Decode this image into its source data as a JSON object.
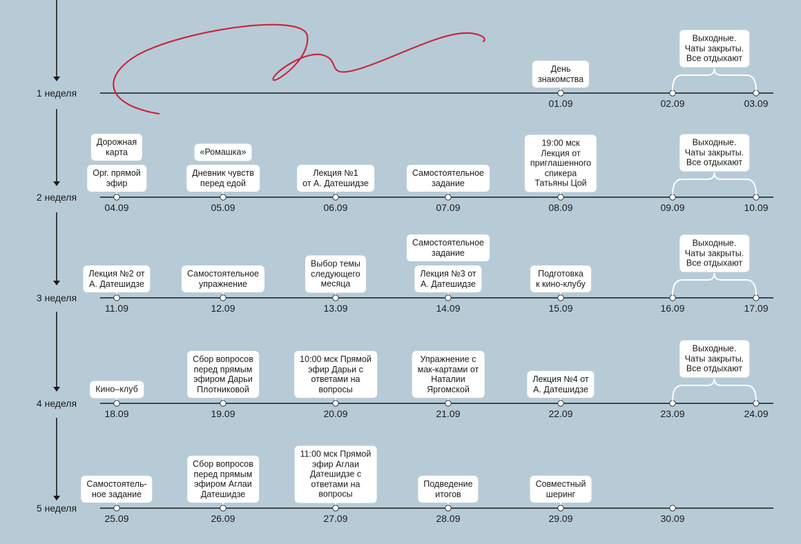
{
  "colors": {
    "background": "#b7cbd7",
    "line": "#1a1a1a",
    "card": "#ffffff",
    "scribble": "#c62a3f"
  },
  "weeks": [
    {
      "label": "1 неделя",
      "days": [
        {
          "date": "01.09",
          "items": [
            [
              "День",
              "знакомства"
            ]
          ]
        },
        {
          "date": "02.09",
          "items": []
        },
        {
          "date": "03.09",
          "items": []
        }
      ],
      "weekend": [
        "Выходные.",
        "Чаты закрыты.",
        "Все отдыхают"
      ]
    },
    {
      "label": "2 неделя",
      "days": [
        {
          "date": "04.09",
          "items": [
            [
              "Орг. прямой",
              "эфир"
            ],
            [
              "Дорожная",
              "карта"
            ]
          ]
        },
        {
          "date": "05.09",
          "items": [
            [
              "Дневник чувств",
              "перед едой"
            ],
            [
              "«Ромашка»"
            ]
          ]
        },
        {
          "date": "06.09",
          "items": [
            [
              "Лекция №1",
              "от А. Датешидзе"
            ]
          ]
        },
        {
          "date": "07.09",
          "items": [
            [
              "Самостоятельное",
              "задание"
            ]
          ]
        },
        {
          "date": "08.09",
          "items": [
            [
              "19:00 мск",
              "Лекция от",
              "приглашенного",
              "спикера",
              "Татьяны Цой"
            ]
          ]
        },
        {
          "date": "09.09",
          "items": []
        },
        {
          "date": "10.09",
          "items": []
        }
      ],
      "weekend": [
        "Выходные.",
        "Чаты закрыты.",
        "Все отдыхают"
      ]
    },
    {
      "label": "3 неделя",
      "days": [
        {
          "date": "11.09",
          "items": [
            [
              "Лекция №2 от",
              "А. Датешидзе"
            ]
          ]
        },
        {
          "date": "12.09",
          "items": [
            [
              "Самостоятельное",
              "упражнение"
            ]
          ]
        },
        {
          "date": "13.09",
          "items": [
            [
              "Выбор темы",
              "следующего",
              "месяца"
            ]
          ]
        },
        {
          "date": "14.09",
          "items": [
            [
              "Лекция №3 от",
              "А. Датешидзе"
            ],
            [
              "Самостоятельное",
              "задание"
            ]
          ]
        },
        {
          "date": "15.09",
          "items": [
            [
              "Подготовка",
              "к кино-клубу"
            ]
          ]
        },
        {
          "date": "16.09",
          "items": []
        },
        {
          "date": "17.09",
          "items": []
        }
      ],
      "weekend": [
        "Выходные.",
        "Чаты закрыты.",
        "Все отдыхают"
      ]
    },
    {
      "label": "4 неделя",
      "days": [
        {
          "date": "18.09",
          "items": [
            [
              "Кино–клуб"
            ]
          ]
        },
        {
          "date": "19.09",
          "items": [
            [
              "Сбор вопросов",
              "перед прямым",
              "эфиром Дарьи",
              "Плотниковой"
            ]
          ]
        },
        {
          "date": "20.09",
          "items": [
            [
              "10:00 мск Прямой",
              "эфир Дарьи с",
              "ответами на",
              "вопросы"
            ]
          ]
        },
        {
          "date": "21.09",
          "items": [
            [
              "Упражнение с",
              "мак-картами от",
              "Наталии",
              "Яргомской"
            ]
          ]
        },
        {
          "date": "22.09",
          "items": [
            [
              "Лекция №4 от",
              "А. Датешидзе"
            ]
          ]
        },
        {
          "date": "23.09",
          "items": []
        },
        {
          "date": "24.09",
          "items": []
        }
      ],
      "weekend": [
        "Выходные.",
        "Чаты закрыты.",
        "Все отдыхают"
      ]
    },
    {
      "label": "5 неделя",
      "days": [
        {
          "date": "25.09",
          "items": [
            [
              "Самостоятель-",
              "ное задание"
            ]
          ]
        },
        {
          "date": "26.09",
          "items": [
            [
              "Сбор вопросов",
              "перед прямым",
              "эфиром Аглаи",
              "Датешидзе"
            ]
          ]
        },
        {
          "date": "27.09",
          "items": [
            [
              "11:00 мск Прямой",
              "эфир Аглаи",
              "Датешидзе с",
              "ответами на",
              "вопросы"
            ]
          ]
        },
        {
          "date": "28.09",
          "items": [
            [
              "Подведение",
              "итогов"
            ]
          ]
        },
        {
          "date": "29.09",
          "items": [
            [
              "Совместный",
              "шеринг"
            ]
          ]
        },
        {
          "date": "30.09",
          "items": []
        }
      ],
      "weekend": null
    }
  ]
}
